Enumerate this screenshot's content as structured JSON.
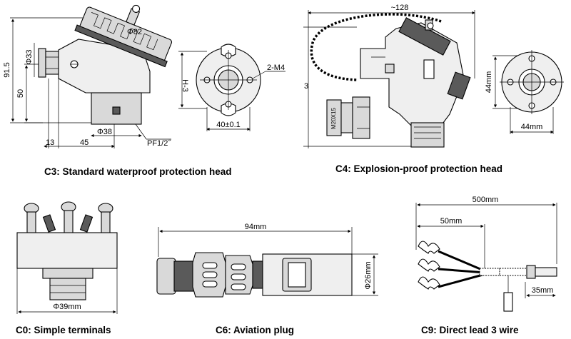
{
  "captions": {
    "c3": "C3: Standard waterproof protection head",
    "c4": "C4: Explosion-proof protection head",
    "c0": "C0: Simple terminals",
    "c6": "C6: Aviation plug",
    "c9": "C9: Direct lead 3 wire"
  },
  "c3_dims": {
    "d82": "Φ82",
    "d33": "Φ33",
    "h915": "91.5",
    "h50": "50",
    "d38": "Φ38",
    "pf": "PF1/2˝",
    "w13": "13",
    "w45": "45",
    "h3": "H-3",
    "m4": "2-M4",
    "c40": "40±0.1"
  },
  "c4_dims": {
    "w128": "~128",
    "three": "3",
    "m20": "M20X15",
    "h44": "44mm",
    "w44": "44mm"
  },
  "c0_dims": {
    "d39": "Φ39mm"
  },
  "c6_dims": {
    "w94": "94mm",
    "d26": "Φ26mm"
  },
  "c9_dims": {
    "w500": "500mm",
    "w50": "50mm",
    "w35": "35mm"
  }
}
